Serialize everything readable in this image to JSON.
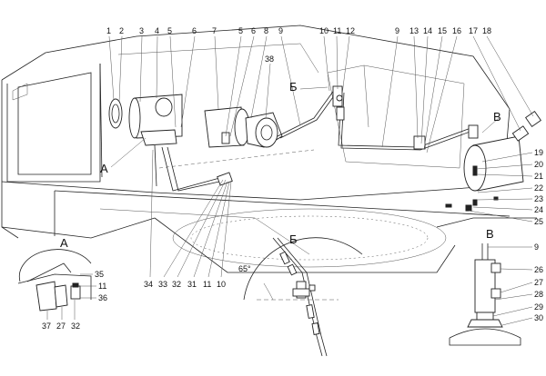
{
  "callouts_top": [
    "1",
    "2",
    "3",
    "4",
    "5",
    "6",
    "7",
    "5",
    "6",
    "8",
    "9",
    "10",
    "11",
    "12",
    "9",
    "13",
    "14",
    "15",
    "16",
    "17",
    "18"
  ],
  "callout_38": "38",
  "callouts_right": [
    "19",
    "20",
    "21",
    "22",
    "23",
    "24",
    "25"
  ],
  "callouts_bottom": [
    "34",
    "33",
    "32",
    "31",
    "11",
    "10"
  ],
  "section_letters": {
    "a_main": "А",
    "b_main": "Б",
    "v_main": "В",
    "a_inset": "А",
    "b_inset": "Б",
    "v_inset": "В"
  },
  "inset_a_labels": [
    "35",
    "11",
    "36",
    "37",
    "27",
    "32"
  ],
  "inset_v_labels": [
    "9",
    "26",
    "27",
    "28",
    "29",
    "30"
  ],
  "angle_label": "65°"
}
